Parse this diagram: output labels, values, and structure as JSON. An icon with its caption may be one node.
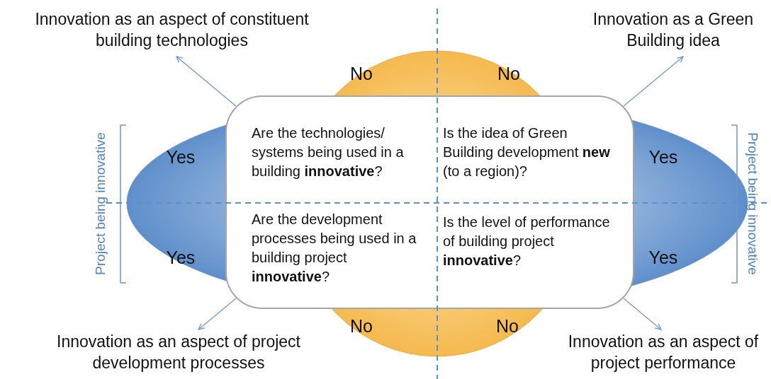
{
  "diagram": {
    "nodes": [
      {
        "text": [],
        "shape": "box"
      },
      {
        "text": [
          "Are the technologies/ systems being used in a building **innovative**?"
        ],
        "in": 0
      },
      {
        "text": [
          "Is the idea of Green Building development **new** (to a region)?"
        ],
        "in": 0
      },
      {
        "text": [
          "Are the development processes being used in a building project **innovative**?"
        ],
        "in": 0
      },
      {
        "text": [
          "Is the level of performance of building project **innovative**?"
        ],
        "in": 0
      },
      {
        "text": [
          "Innovation as an aspect of constituent building technologies"
        ]
      },
      {
        "text": [
          "Innovation as a Green Building idea"
        ]
      },
      {
        "text": [
          "Innovation as an aspect of project development processes"
        ]
      },
      {
        "text": [
          "Innovation as an aspect of project performance"
        ]
      }
    ],
    "edges": [
      {
        "from": 0,
        "to": 5,
        "arrow": "to"
      },
      {
        "from": 0,
        "to": 6,
        "arrow": "to"
      },
      {
        "from": 0,
        "to": 7,
        "arrow": "to"
      },
      {
        "from": 0,
        "to": 8,
        "arrow": "to"
      }
    ],
    "labels": [
      "No",
      "No",
      "Project being innovative",
      "Yes",
      "Yes",
      "Yes",
      "Yes",
      "Project being innovative",
      "No",
      "No"
    ]
  }
}
